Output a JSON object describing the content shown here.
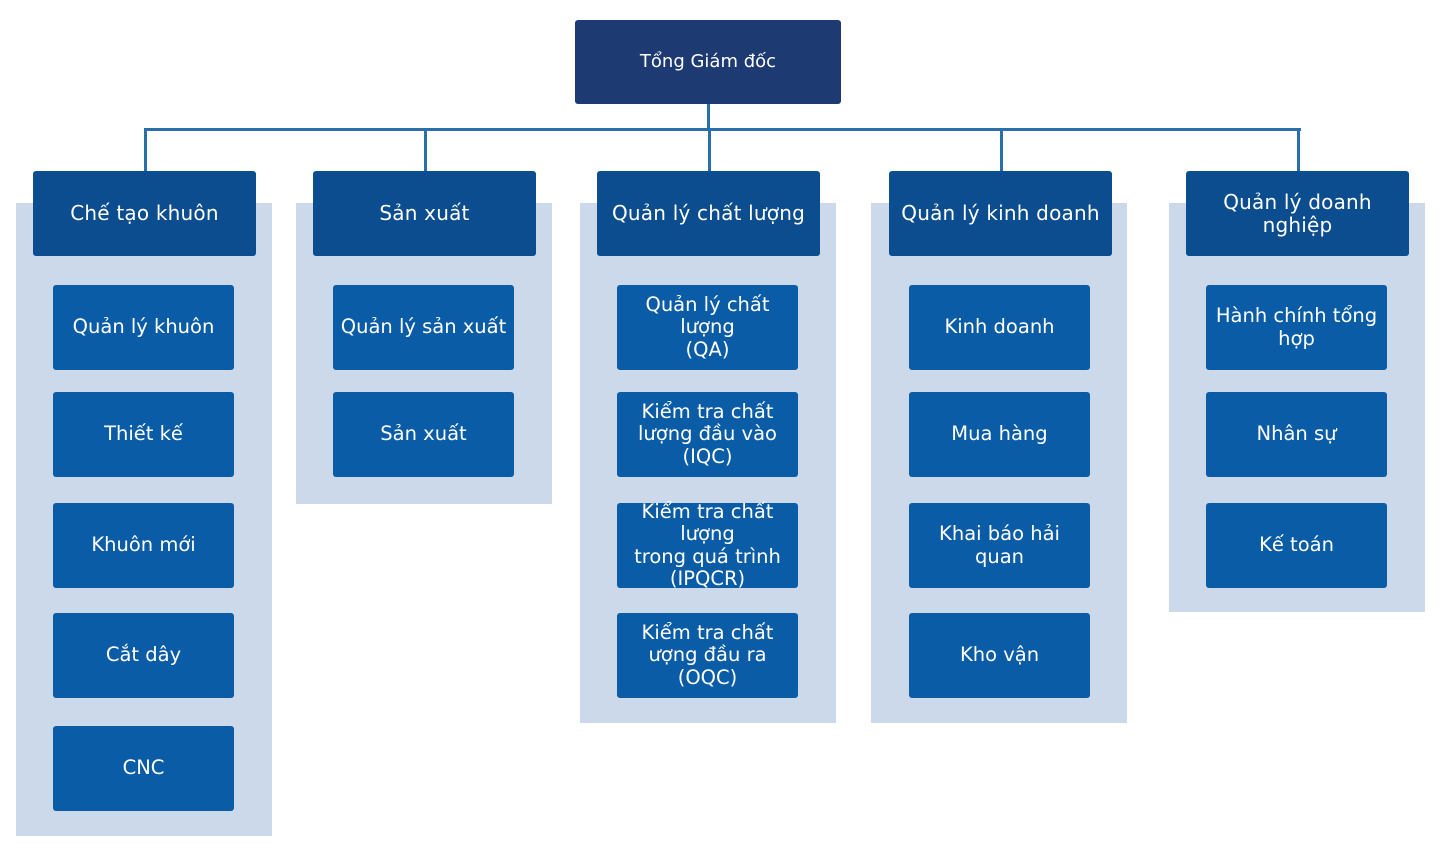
{
  "root": {
    "label": "Tổng Giám đốc"
  },
  "departments": [
    {
      "name": "Chế tạo khuôn",
      "units": [
        "Quản lý khuôn",
        "Thiết kế",
        "Khuôn mới",
        "Cắt dây",
        "CNC"
      ]
    },
    {
      "name": "Sản xuất",
      "units": [
        "Quản lý sản xuất",
        "Sản xuất"
      ]
    },
    {
      "name": "Quản lý chất lượng",
      "units": [
        "Quản lý chất lượng\n(QA)",
        "Kiểm tra chất\nlượng đầu vào\n(IQC)",
        "Kiểm tra chất lượng\ntrong quá trình\n(IPQCR)",
        "Kiểm tra chất\nượng đầu ra\n(OQC)"
      ]
    },
    {
      "name": "Quản lý kinh doanh",
      "units": [
        "Kinh doanh",
        "Mua hàng",
        "Khai báo hải quan",
        "Kho vận"
      ]
    },
    {
      "name": "Quản lý doanh nghiệp",
      "units": [
        "Hành chính tổng\nhợp",
        "Nhân sự",
        "Kế toán"
      ]
    }
  ],
  "colors": {
    "root_fill": "#1e3a72",
    "head_fill": "#0b4d8e",
    "unit_fill": "#0b5ca6",
    "panel_fill": "#ccd9ea",
    "connector": "#2a6fad",
    "text": "#ffffff"
  }
}
